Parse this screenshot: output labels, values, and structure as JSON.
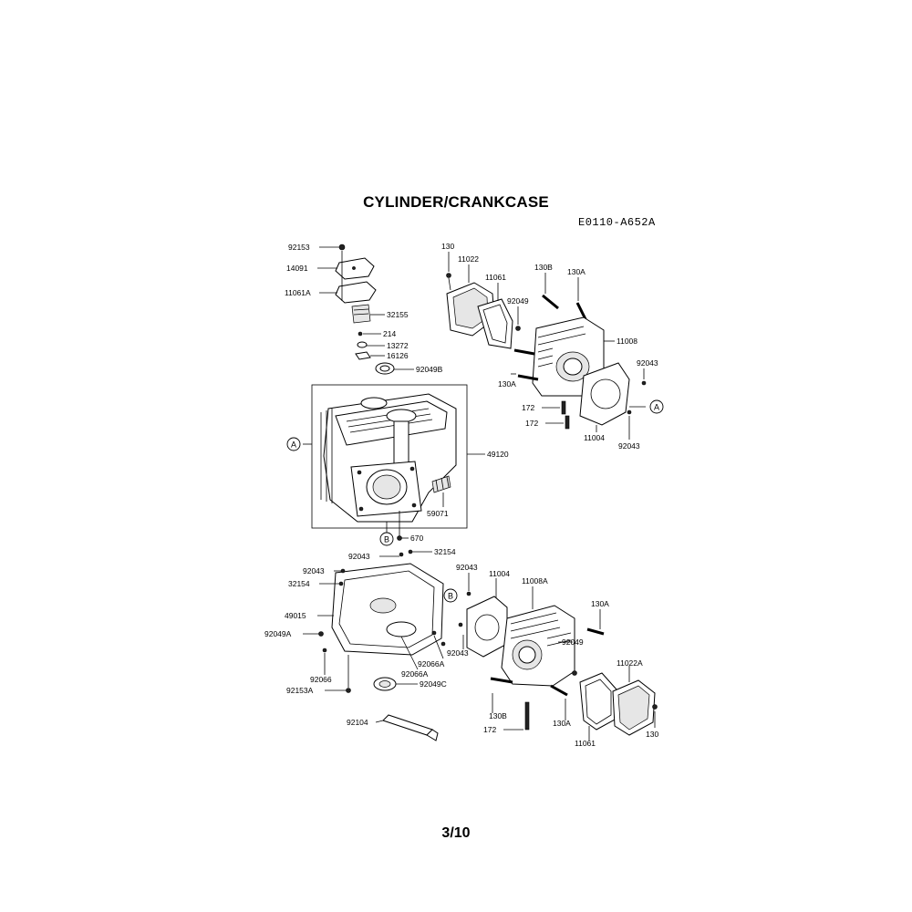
{
  "title": "CYLINDER/CRANKCASE",
  "diagram_code": "E0110-A652A",
  "page_number": "3/10",
  "callouts": [
    "A",
    "B"
  ],
  "part_labels": [
    "92153",
    "14091",
    "11061A",
    "32155",
    "214",
    "13272",
    "16126",
    "92049B",
    "130",
    "11022",
    "11061",
    "130B",
    "130A",
    "92049",
    "11008",
    "92043",
    "130A",
    "172",
    "172",
    "11004",
    "92043",
    "49120",
    "59071",
    "670",
    "92043",
    "32154",
    "92043",
    "32154",
    "49015",
    "92049A",
    "92066",
    "92153A",
    "92066A",
    "92066A",
    "92049C",
    "92104",
    "92043",
    "11004",
    "11008A",
    "130A",
    "92043",
    "92049",
    "11022A",
    "130B",
    "172",
    "130A",
    "11061",
    "130"
  ]
}
